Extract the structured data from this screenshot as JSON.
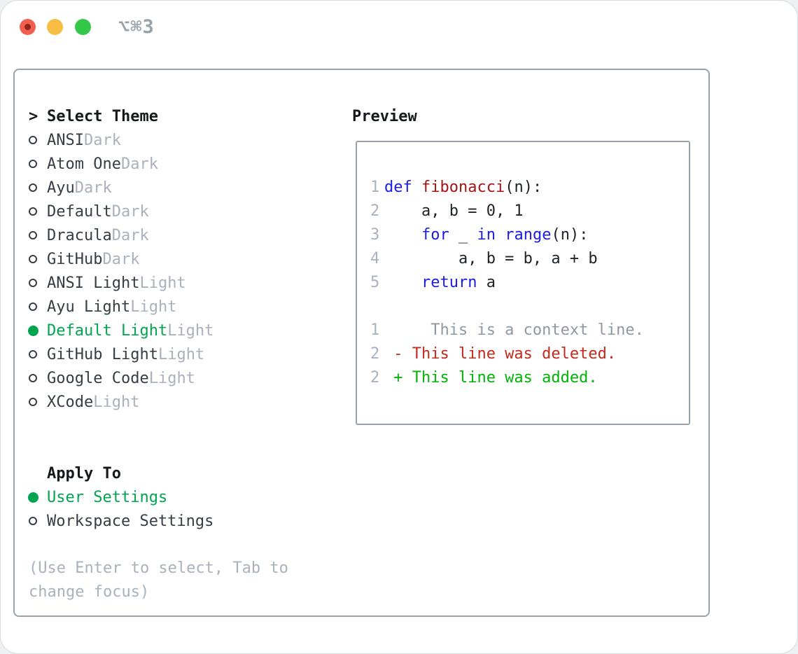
{
  "titlebar": {
    "title": "⌥⌘3",
    "buttons": [
      "close",
      "minimize",
      "zoom"
    ]
  },
  "theme_panel": {
    "header": "Select Theme",
    "cursor": ">",
    "themes": [
      {
        "name": "ANSI",
        "badge": "Dark",
        "selected": false
      },
      {
        "name": "Atom One",
        "badge": "Dark",
        "selected": false
      },
      {
        "name": "Ayu",
        "badge": "Dark",
        "selected": false
      },
      {
        "name": "Default",
        "badge": "Dark",
        "selected": false
      },
      {
        "name": "Dracula",
        "badge": "Dark",
        "selected": false
      },
      {
        "name": "GitHub",
        "badge": "Dark",
        "selected": false
      },
      {
        "name": "ANSI Light",
        "badge": "Light",
        "selected": false
      },
      {
        "name": "Ayu Light",
        "badge": "Light",
        "selected": false
      },
      {
        "name": "Default Light",
        "badge": "Light",
        "selected": true
      },
      {
        "name": "GitHub Light",
        "badge": "Light",
        "selected": false
      },
      {
        "name": "Google Code",
        "badge": "Light",
        "selected": false
      },
      {
        "name": "XCode",
        "badge": "Light",
        "selected": false
      }
    ],
    "apply_to": {
      "header": "Apply To",
      "options": [
        {
          "name": "User Settings",
          "selected": true
        },
        {
          "name": "Workspace Settings",
          "selected": false
        }
      ]
    },
    "help": "(Use Enter to select, Tab to change focus)"
  },
  "preview": {
    "header": "Preview",
    "lines": [
      {
        "num": "1",
        "segments": [
          {
            "t": "def",
            "c": "kw"
          },
          {
            "t": " "
          },
          {
            "t": "fibonacci",
            "c": "fn"
          },
          {
            "t": "(n):"
          }
        ]
      },
      {
        "num": "2",
        "segments": [
          {
            "t": "    a, b = 0, 1"
          }
        ]
      },
      {
        "num": "3",
        "segments": [
          {
            "t": "    "
          },
          {
            "t": "for",
            "c": "kw"
          },
          {
            "t": " _ "
          },
          {
            "t": "in",
            "c": "kw"
          },
          {
            "t": " "
          },
          {
            "t": "range",
            "c": "kw"
          },
          {
            "t": "(n):"
          }
        ]
      },
      {
        "num": "4",
        "segments": [
          {
            "t": "        a, b = b, a + b"
          }
        ]
      },
      {
        "num": "5",
        "segments": [
          {
            "t": "    "
          },
          {
            "t": "return",
            "c": "kw"
          },
          {
            "t": " a"
          }
        ]
      },
      {
        "num": "",
        "segments": []
      },
      {
        "num": "1",
        "segments": [
          {
            "t": "     This is a context line.",
            "c": "ctx"
          }
        ]
      },
      {
        "num": "2",
        "segments": [
          {
            "t": " - This line was deleted.",
            "c": "del"
          }
        ]
      },
      {
        "num": "2",
        "segments": [
          {
            "t": " + This line was added.",
            "c": "add"
          }
        ]
      }
    ]
  },
  "colors": {
    "text_dark": "#363d45",
    "header_dark": "#15181c",
    "muted_gray": "#a8b1bc",
    "gutter_gray": "#a8b1bc",
    "context_gray": "#8f98a2",
    "code_text": "#1d2228",
    "keyword_blue": "#1c1ce0",
    "function_red": "#a31515",
    "deleted_red": "#c5291b",
    "added_green": "#00b406",
    "selected_green": "#00a550",
    "border_gray": "#98a2ac",
    "title_gray": "#9aa2aa",
    "traffic_red": "#f25f51",
    "traffic_red_dot": "#8c271b",
    "traffic_yellow": "#f7bd45",
    "traffic_green": "#34c748"
  }
}
